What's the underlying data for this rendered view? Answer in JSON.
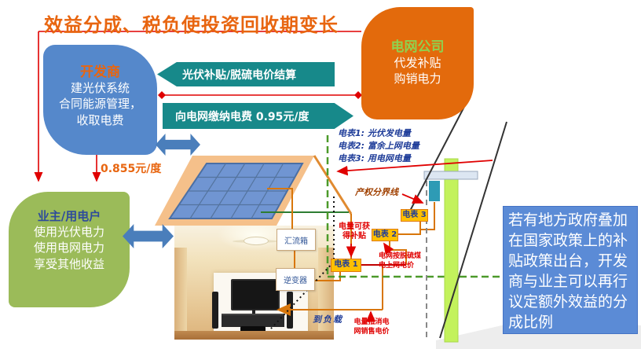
{
  "title": {
    "text": "效益分成、税负使投资回收期变长"
  },
  "boxes": {
    "developer": {
      "title": "开发商",
      "lines": [
        "建光伏系统",
        "合同能源管理，",
        "收取电费"
      ]
    },
    "grid_company": {
      "title": "电网公司",
      "lines": [
        "代发补贴",
        "购销电力"
      ]
    },
    "owner": {
      "title": "业主/用电户",
      "lines": [
        "使用光伏电力",
        "使用电网电力",
        "享受其他收益"
      ]
    },
    "note": {
      "text": "若有地方政府叠加在国家政策上的补贴政策出台，开发商与业主可以再行议定额外效益的分成比例"
    }
  },
  "flows": {
    "subsidy_arrow": "光伏补贴/脱硫电价结算",
    "pay_grid_arrow": "向电网缴纳电费  0.95元/度",
    "price_to_owner": "0.855元/度"
  },
  "legend": {
    "items": [
      "电表1: 光伏发电量",
      "电表2: 富余上网电量",
      "电表3: 用电网电量"
    ]
  },
  "labels": {
    "boundary": "产权分界线",
    "meter1": "电表 1",
    "meter2": "电表 2",
    "meter3": "电表 3",
    "combiner": "汇流箱",
    "inverter": "逆变器",
    "to_load": "到负载"
  },
  "annotations": {
    "meter1": [
      "电量可获",
      "得补贴"
    ],
    "meter2": [
      "电网按脱硫煤",
      "电上网电价"
    ],
    "load": [
      "电量抵消电",
      "网销售电价"
    ]
  },
  "colors": {
    "accent_orange": "#E8650F",
    "box_blue": "#5588CB",
    "box_orange": "#E36A0C",
    "box_green": "#9BBB59",
    "teal": "#17898A",
    "note_blue": "#5B8BD6",
    "red_line": "#E00000",
    "meter_gold": "#FFC000",
    "pole_green": "#C3F25C"
  }
}
